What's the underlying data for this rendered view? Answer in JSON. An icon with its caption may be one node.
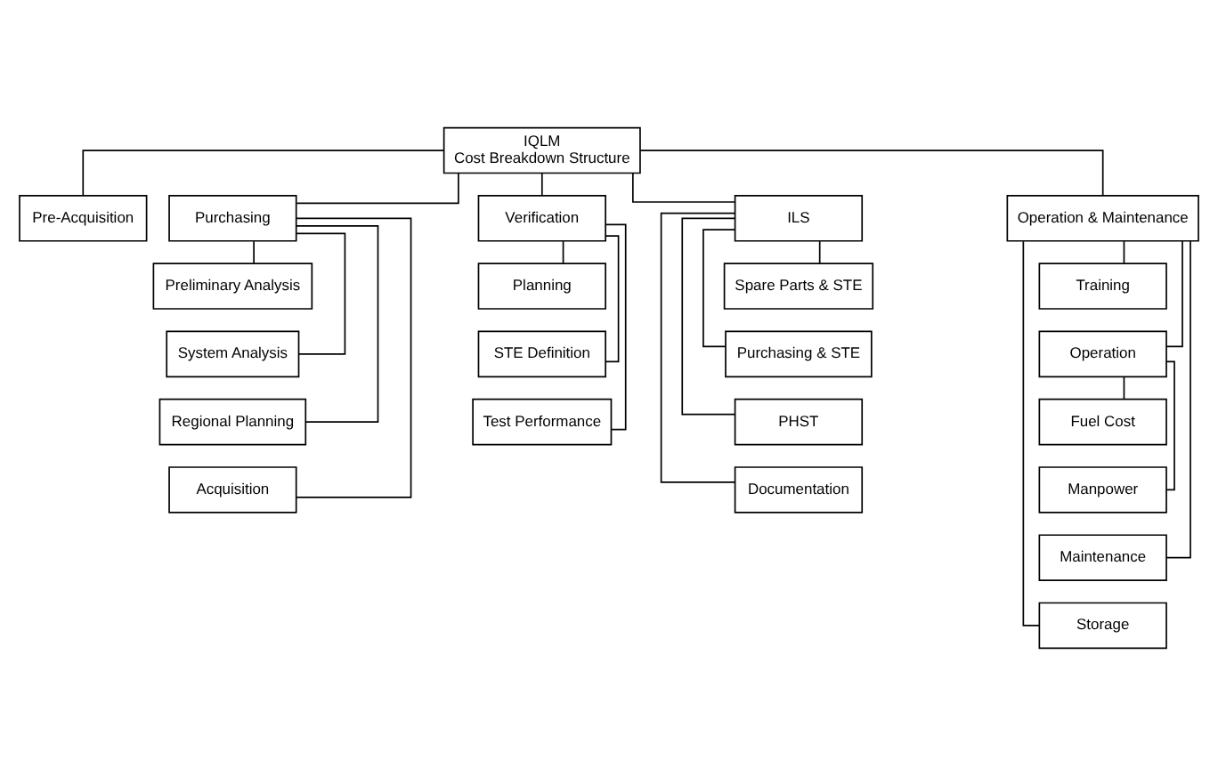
{
  "diagram": {
    "nodes": [
      {
        "text": [
          "IQLM",
          "Cost Breakdown Structure"
        ]
      },
      {
        "text": [
          "Pre-Acquisition"
        ]
      },
      {
        "text": [
          "Purchasing"
        ]
      },
      {
        "text": [
          "Verification"
        ]
      },
      {
        "text": [
          "ILS"
        ]
      },
      {
        "text": [
          "Operation & Maintenance"
        ]
      },
      {
        "text": [
          "Preliminary Analysis"
        ]
      },
      {
        "text": [
          "System Analysis"
        ]
      },
      {
        "text": [
          "Regional Planning"
        ]
      },
      {
        "text": [
          "Acquisition"
        ]
      },
      {
        "text": [
          "Planning"
        ]
      },
      {
        "text": [
          "STE Definition"
        ]
      },
      {
        "text": [
          "Test Performance"
        ]
      },
      {
        "text": [
          "Spare Parts & STE"
        ]
      },
      {
        "text": [
          "Purchasing & STE"
        ]
      },
      {
        "text": [
          "PHST"
        ]
      },
      {
        "text": [
          "Documentation"
        ]
      },
      {
        "text": [
          "Training"
        ]
      },
      {
        "text": [
          "Operation"
        ]
      },
      {
        "text": [
          "Fuel Cost"
        ]
      },
      {
        "text": [
          "Manpower"
        ]
      },
      {
        "text": [
          "Maintenance"
        ]
      },
      {
        "text": [
          "Storage"
        ]
      }
    ],
    "edges": [
      {
        "from": 0,
        "to": 1,
        "arrow": "none"
      },
      {
        "from": 0,
        "to": 2,
        "arrow": "none"
      },
      {
        "from": 0,
        "to": 3,
        "arrow": "none"
      },
      {
        "from": 0,
        "to": 4,
        "arrow": "none"
      },
      {
        "from": 0,
        "to": 5,
        "arrow": "none"
      },
      {
        "from": 2,
        "to": 6,
        "arrow": "none"
      },
      {
        "from": 2,
        "to": 7,
        "arrow": "none"
      },
      {
        "from": 2,
        "to": 8,
        "arrow": "none"
      },
      {
        "from": 2,
        "to": 9,
        "arrow": "none"
      },
      {
        "from": 3,
        "to": 10,
        "arrow": "none"
      },
      {
        "from": 3,
        "to": 11,
        "arrow": "none"
      },
      {
        "from": 3,
        "to": 12,
        "arrow": "none"
      },
      {
        "from": 4,
        "to": 13,
        "arrow": "none"
      },
      {
        "from": 4,
        "to": 14,
        "arrow": "none"
      },
      {
        "from": 4,
        "to": 15,
        "arrow": "none"
      },
      {
        "from": 4,
        "to": 16,
        "arrow": "none"
      },
      {
        "from": 5,
        "to": 17,
        "arrow": "none"
      },
      {
        "from": 5,
        "to": 18,
        "arrow": "none"
      },
      {
        "from": 18,
        "to": 19,
        "arrow": "none"
      },
      {
        "from": 18,
        "to": 20,
        "arrow": "none"
      },
      {
        "from": 5,
        "to": 21,
        "arrow": "none"
      },
      {
        "from": 5,
        "to": 22,
        "arrow": "none"
      }
    ]
  }
}
